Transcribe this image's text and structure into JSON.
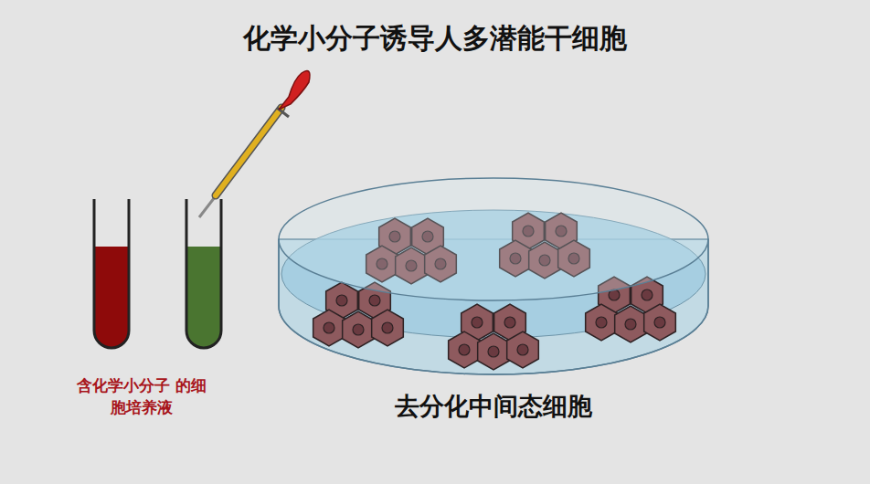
{
  "diagram": {
    "title": "化学小分子诱导人多潜能干细胞",
    "labels": [
      "含化学小分子 的细胞培养液",
      "去分化中间态细胞"
    ]
  }
}
